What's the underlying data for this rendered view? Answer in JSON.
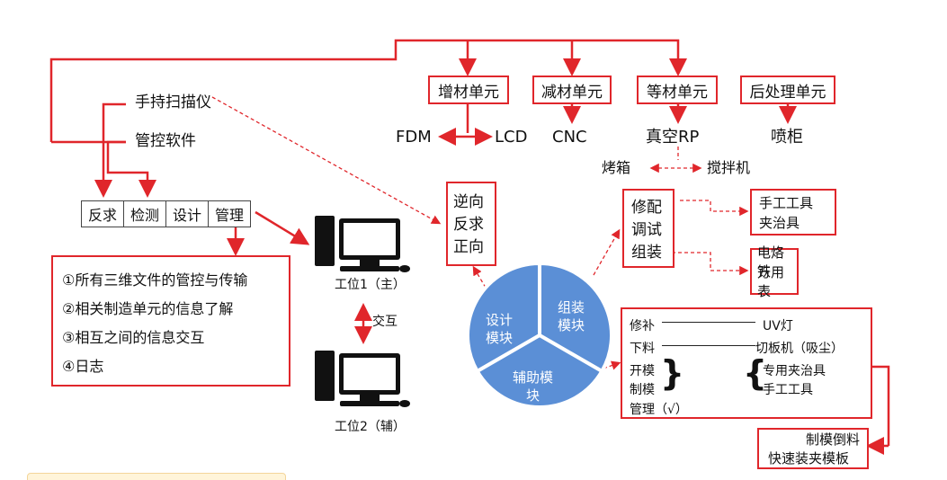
{
  "units": [
    {
      "label": "增材单元",
      "outputs": [
        "FDM",
        "LCD"
      ]
    },
    {
      "label": "减材单元",
      "outputs": [
        "CNC"
      ]
    },
    {
      "label": "等材单元",
      "outputs": [
        "真空RP"
      ]
    },
    {
      "label": "后处理单元",
      "outputs": [
        "喷柜"
      ]
    }
  ],
  "rp_tools": [
    "烤箱",
    "搅拌机"
  ],
  "inputs": {
    "scanner": "手持扫描仪",
    "software": "管控软件"
  },
  "management_bar": [
    "反求",
    "检测",
    "设计",
    "管理"
  ],
  "management_list": [
    "①所有三维文件的管控与传输",
    "②相关制造单元的信息了解",
    "③相互之间的信息交互",
    "④日志"
  ],
  "workstations": {
    "primary": "工位1（主）",
    "secondary": "工位2（辅）",
    "link": "交互"
  },
  "design_tasks": [
    "逆向",
    "反求",
    "正向"
  ],
  "assembly_tasks": [
    "修配",
    "调试",
    "组装"
  ],
  "assembly_tools_a": [
    "手工工具",
    "夹治具"
  ],
  "assembly_tools_b": [
    "电烙铁",
    "万用表"
  ],
  "pie": {
    "segments": [
      {
        "label": "设计\n模块"
      },
      {
        "label": "组装\n模块"
      },
      {
        "label": "辅助模\n块"
      }
    ],
    "color": "#5b8fd6"
  },
  "aux": {
    "rows": [
      {
        "left": "修补",
        "right": "UV灯"
      },
      {
        "left": "下料",
        "right": "切板机（吸尘）"
      }
    ],
    "group_left": [
      "开模",
      "制模"
    ],
    "group_right": [
      "专用夹治具",
      "手工工具"
    ],
    "manage": "管理（√）",
    "brace_left": "}",
    "brace_right": "{"
  },
  "mold": [
    "制模倒料",
    "快速装夹模板"
  ],
  "colors": {
    "accent": "#e0262b"
  }
}
